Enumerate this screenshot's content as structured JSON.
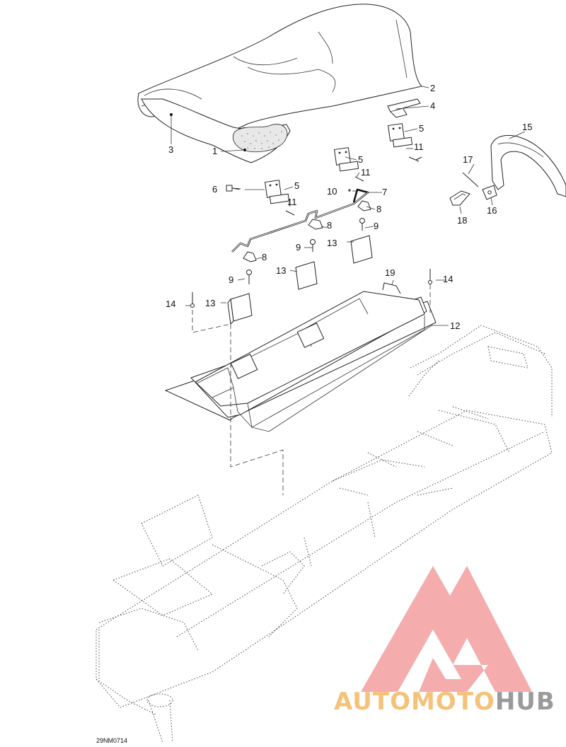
{
  "diagram": {
    "reference_code": "29NM0714",
    "callouts": [
      {
        "id": "c2",
        "label": "2"
      },
      {
        "id": "c4",
        "label": "4"
      },
      {
        "id": "c5a",
        "label": "5"
      },
      {
        "id": "c15",
        "label": "15"
      },
      {
        "id": "c3",
        "label": "3"
      },
      {
        "id": "c1",
        "label": "1"
      },
      {
        "id": "c5b",
        "label": "5"
      },
      {
        "id": "c11a",
        "label": "11"
      },
      {
        "id": "c11b",
        "label": "11"
      },
      {
        "id": "c17",
        "label": "17"
      },
      {
        "id": "c6",
        "label": "6"
      },
      {
        "id": "c5c",
        "label": "5"
      },
      {
        "id": "c10",
        "label": "10"
      },
      {
        "id": "c7",
        "label": "7"
      },
      {
        "id": "c11c",
        "label": "11"
      },
      {
        "id": "c16",
        "label": "16"
      },
      {
        "id": "c8a",
        "label": "8"
      },
      {
        "id": "c18",
        "label": "18"
      },
      {
        "id": "c8b",
        "label": "8"
      },
      {
        "id": "c9a",
        "label": "9"
      },
      {
        "id": "c13a",
        "label": "13"
      },
      {
        "id": "c9b",
        "label": "9"
      },
      {
        "id": "c8c",
        "label": "8"
      },
      {
        "id": "c19",
        "label": "19"
      },
      {
        "id": "c13b",
        "label": "13"
      },
      {
        "id": "c9c",
        "label": "9"
      },
      {
        "id": "c14a",
        "label": "14"
      },
      {
        "id": "c14b",
        "label": "14"
      },
      {
        "id": "c13c",
        "label": "13"
      },
      {
        "id": "c12",
        "label": "12"
      }
    ]
  },
  "watermark": {
    "text_part1": "AUTOMOTO",
    "text_part2": "HUB",
    "color_part1": "#f5c27a",
    "color_part2": "#9a9a9a",
    "logo_color": "#f4a3a3"
  }
}
